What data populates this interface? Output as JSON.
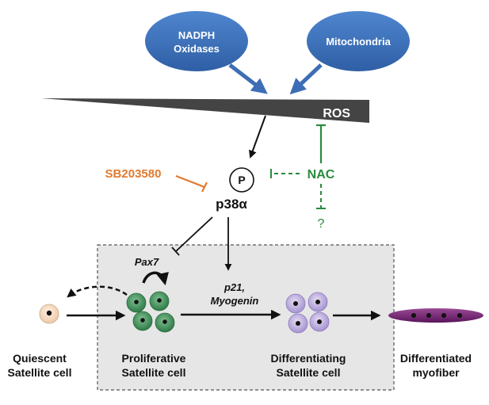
{
  "sources": {
    "nadph_line1": "NADPH",
    "nadph_line2": "Oxidases",
    "mitochondria": "Mitochondria"
  },
  "ros_label": "ROS",
  "inhibitor": "SB203580",
  "phospho": "P",
  "kinase": "p38α",
  "antioxidant": "NAC",
  "unknown_target": "?",
  "pax7": "Pax7",
  "targets_line1": "p21,",
  "targets_line2": "Myogenin",
  "cells": {
    "quiescent_line1": "Quiescent",
    "quiescent_line2": "Satellite cell",
    "proliferative_line1": "Proliferative",
    "proliferative_line2": "Satellite cell",
    "differentiating_line1": "Differentiating",
    "differentiating_line2": "Satellite cell",
    "myofiber_line1": "Differentiated",
    "myofiber_line2": "myofiber"
  },
  "colors": {
    "source_ellipse": "#3d6db5",
    "ros_wedge": "#444444",
    "inhibitor": "#e07a2e",
    "nac": "#2a8a3e",
    "proliferative_cell": "#3f8f5a",
    "differentiating_cell": "#b9a8dc",
    "quiescent_cell": "#f6dcc6",
    "myofiber": "#6e1f6b",
    "box_fill": "#e6e6e6"
  }
}
